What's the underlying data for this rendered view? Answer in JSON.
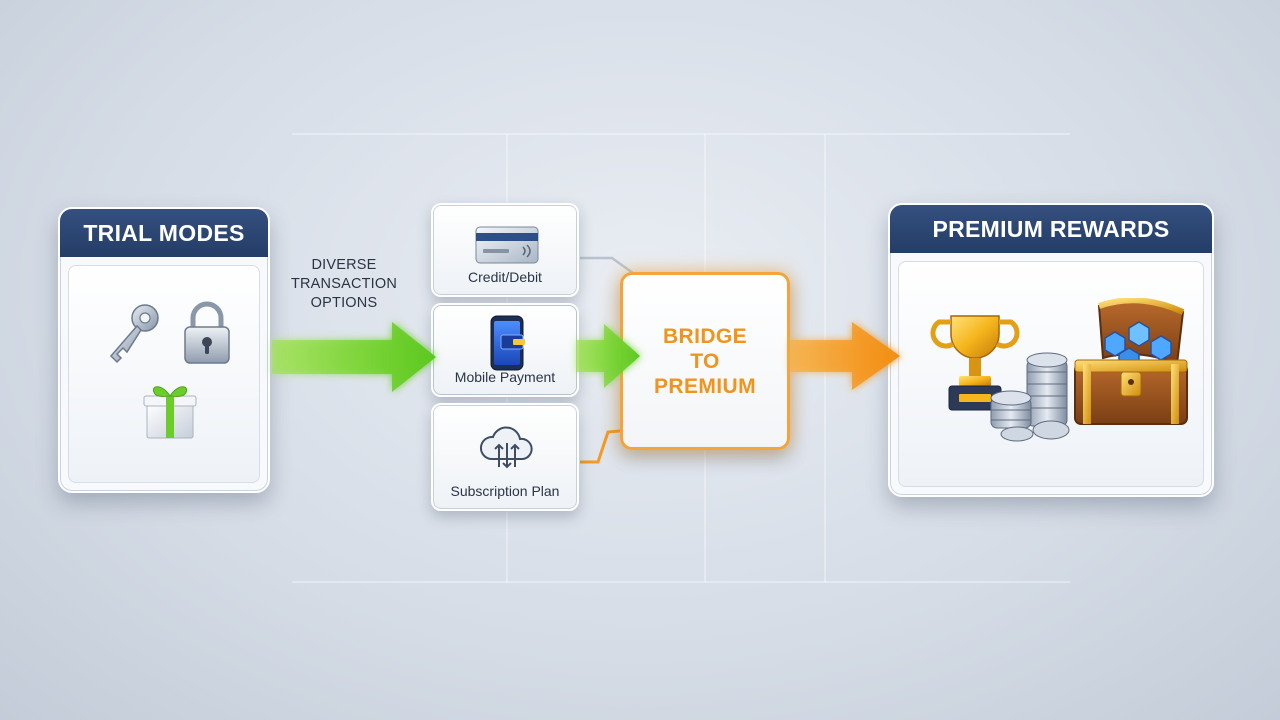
{
  "trial_modes": {
    "title": "TRIAL MODES"
  },
  "flow_label": {
    "line1": "DIVERSE",
    "line2": "TRANSACTION",
    "line3": "OPTIONS"
  },
  "payment_options": [
    {
      "label": "Credit/Debit"
    },
    {
      "label": "Mobile Payment"
    },
    {
      "label": "Subscription Plan"
    }
  ],
  "bridge": {
    "line1": "BRIDGE",
    "line2": "TO",
    "line3": "PREMIUM"
  },
  "premium_rewards": {
    "title": "PREMIUM REWARDS"
  },
  "colors": {
    "header_navy": "#2b4570",
    "arrow_green": "#6fd92a",
    "arrow_orange": "#f59a23",
    "bridge_text": "#ef941c"
  },
  "icons": [
    "key-icon",
    "padlock-icon",
    "gift-icon",
    "credit-card-icon",
    "smartphone-icon",
    "cloud-sync-icon",
    "trophy-icon",
    "coin-stack-icon",
    "treasure-chest-icon"
  ]
}
